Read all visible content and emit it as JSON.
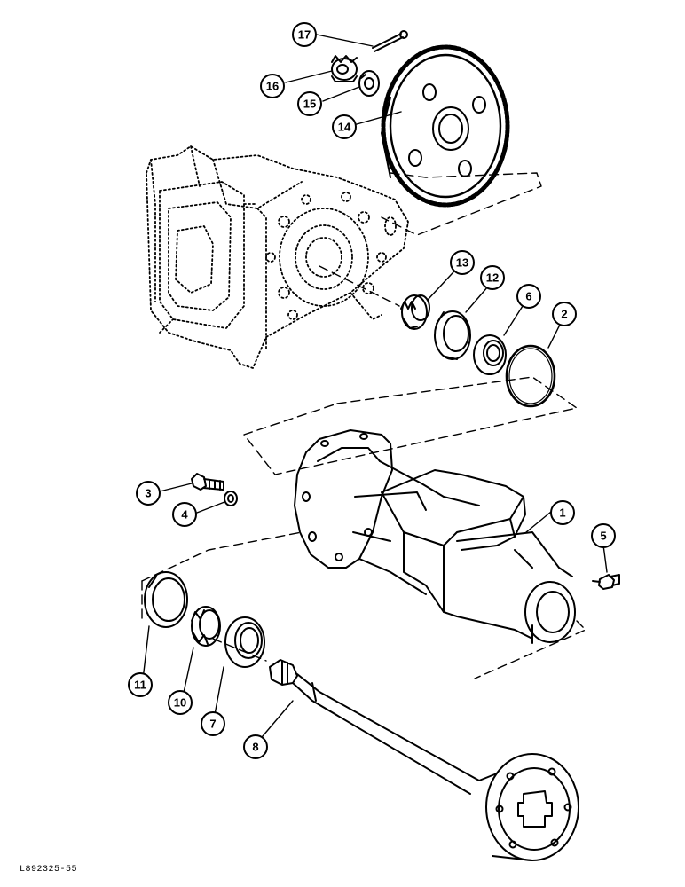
{
  "diagram": {
    "callouts": [
      {
        "id": "c17",
        "label": "17"
      },
      {
        "id": "c16",
        "label": "16"
      },
      {
        "id": "c15",
        "label": "15"
      },
      {
        "id": "c14",
        "label": "14"
      },
      {
        "id": "c13",
        "label": "13"
      },
      {
        "id": "c12",
        "label": "12"
      },
      {
        "id": "c6",
        "label": "6"
      },
      {
        "id": "c2",
        "label": "2"
      },
      {
        "id": "c3",
        "label": "3"
      },
      {
        "id": "c4",
        "label": "4"
      },
      {
        "id": "c1",
        "label": "1"
      },
      {
        "id": "c5",
        "label": "5"
      },
      {
        "id": "c11",
        "label": "11"
      },
      {
        "id": "c10",
        "label": "10"
      },
      {
        "id": "c7",
        "label": "7"
      },
      {
        "id": "c8",
        "label": "8"
      }
    ],
    "footer_code": "L892325-55"
  }
}
